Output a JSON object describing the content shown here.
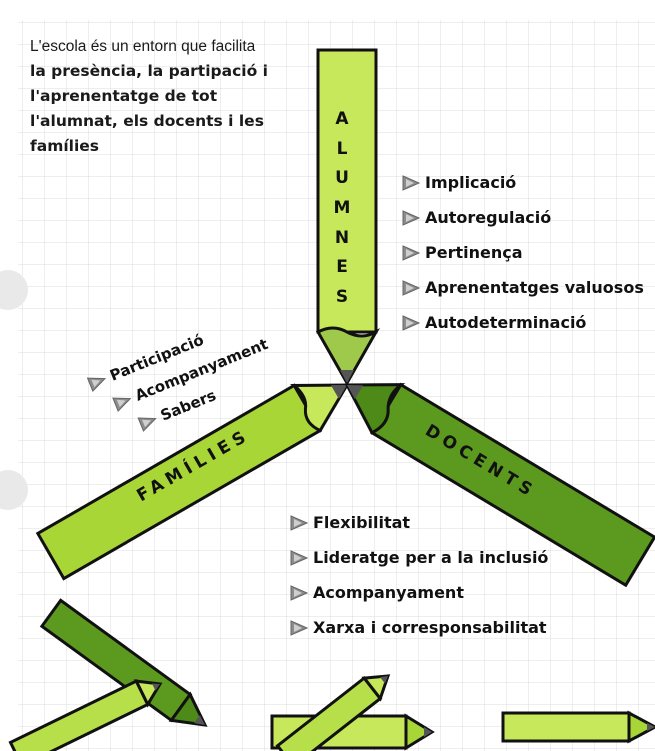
{
  "intro": {
    "lead": "L'escola és un entorn que facilita",
    "bold_lines": [
      "la presència, la partipació i",
      "l'aprenentatge de tot",
      "l'alumnat, els docents i les",
      "famílies"
    ]
  },
  "pencils": {
    "alumnes": [
      "A",
      "L",
      "U",
      "M",
      "N",
      "E",
      "S"
    ],
    "families": "FAMÍLIES",
    "docents": "DOCENTS"
  },
  "lists": {
    "alumnes": [
      "Implicació",
      "Autoregulació",
      "Pertinença",
      "Aprenentatges valuosos",
      "Autodeterminació"
    ],
    "families": [
      "Participació",
      "Acompanyament",
      "Sabers"
    ],
    "docents": [
      "Flexibilitat",
      "Lideratge per a la inclusió",
      "Acompanyament",
      "Xarxa i corresponsabilitat"
    ]
  },
  "colors": {
    "light_green": "#c6e85a",
    "dark_green": "#5c9a1f",
    "bullet": "#8c8c8c"
  }
}
